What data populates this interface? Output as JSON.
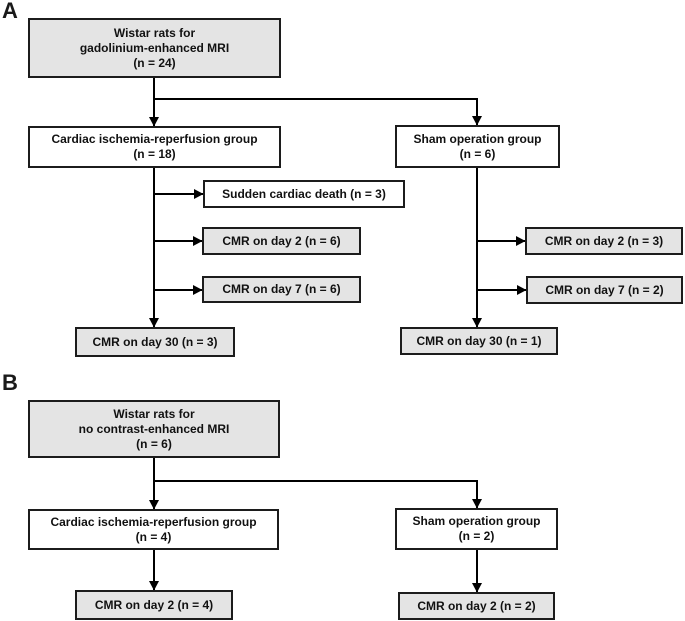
{
  "figure": {
    "type": "study-flow-diagram",
    "background": "#ffffff"
  },
  "colors": {
    "box_fill_shaded": "#e4e4e4",
    "box_fill_plain": "#ffffff",
    "box_border": "#1c1c1c",
    "arrow": "#000000",
    "text": "#111111"
  },
  "panel_a": {
    "label": "A",
    "boxes": {
      "root": [
        "Wistar rats for",
        "gadolinium-enhanced MRI",
        "(n = 24)"
      ],
      "ir_group": [
        "Cardiac ischemia-reperfusion group",
        "(n = 18)"
      ],
      "sham_group": [
        "Sham operation group",
        "(n = 6)"
      ],
      "sudden_cardiac_death": [
        "Sudden cardiac death (n = 3)"
      ],
      "ir_cmr_day2": [
        "CMR on day 2 (n = 6)"
      ],
      "ir_cmr_day7": [
        "CMR on day 7 (n = 6)"
      ],
      "ir_cmr_day30": [
        "CMR on day 30 (n = 3)"
      ],
      "sham_cmr_day2": [
        "CMR on day 2 (n = 3)"
      ],
      "sham_cmr_day7": [
        "CMR on day 7 (n = 2)"
      ],
      "sham_cmr_day30": [
        "CMR on day 30 (n = 1)"
      ]
    }
  },
  "panel_b": {
    "label": "B",
    "boxes": {
      "root": [
        "Wistar rats for",
        "no contrast-enhanced MRI",
        "(n = 6)"
      ],
      "ir_group": [
        "Cardiac ischemia-reperfusion group",
        "(n = 4)"
      ],
      "sham_group": [
        "Sham operation group",
        "(n = 2)"
      ],
      "ir_cmr_day2": [
        "CMR on day 2 (n = 4)"
      ],
      "sham_cmr_day2": [
        "CMR on day 2 (n = 2)"
      ]
    }
  }
}
